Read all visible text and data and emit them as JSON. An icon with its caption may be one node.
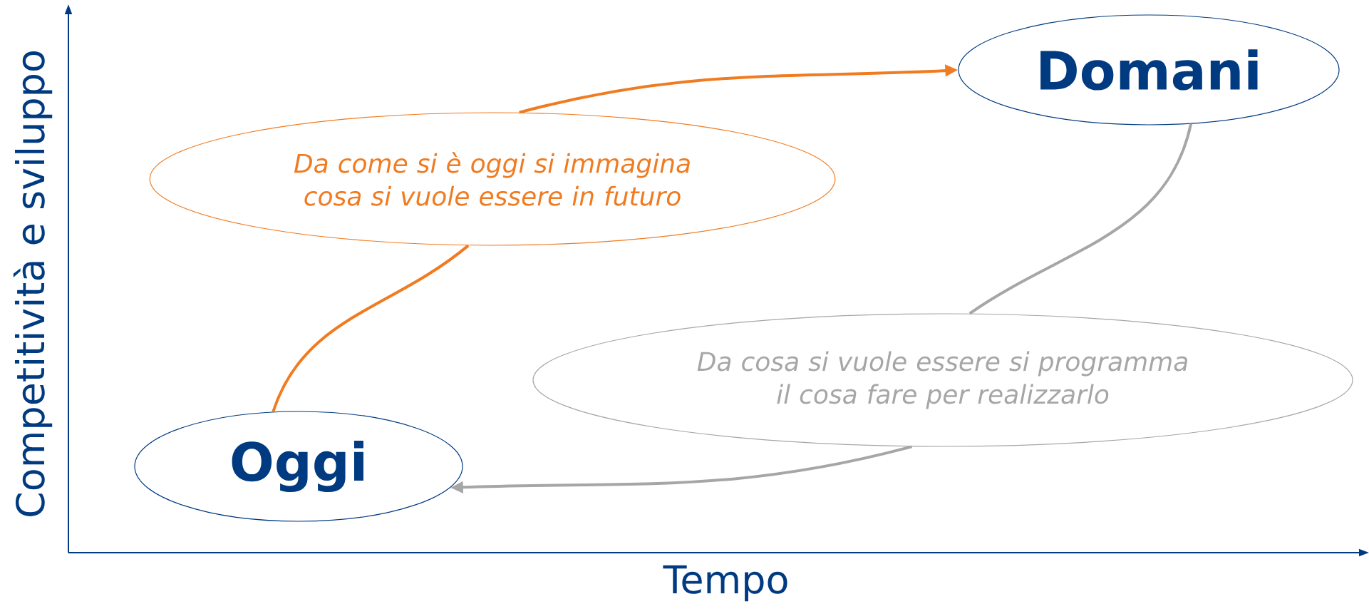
{
  "diagram": {
    "nodes": [
      {
        "text": [
          "Oggi"
        ]
      },
      {
        "text": [
          "Domani"
        ]
      },
      {
        "text": [
          "Da come si è oggi si immagina cosa si vuole essere in futuro"
        ]
      },
      {
        "text": [
          "Da cosa si vuole essere si programma il cosa fare per realizzarlo"
        ]
      }
    ],
    "edges": [
      {
        "from": 0,
        "to": 2,
        "arrow": "none",
        "color": "#f07b20"
      },
      {
        "from": 2,
        "to": 1,
        "arrow": "to",
        "color": "#f07b20"
      },
      {
        "from": 1,
        "to": 3,
        "arrow": "none",
        "color": "#a6a6a6"
      },
      {
        "from": 3,
        "to": 0,
        "arrow": "to",
        "color": "#a6a6a6"
      }
    ],
    "labels": [
      "Competitività e sviluppo",
      "Tempo"
    ]
  }
}
